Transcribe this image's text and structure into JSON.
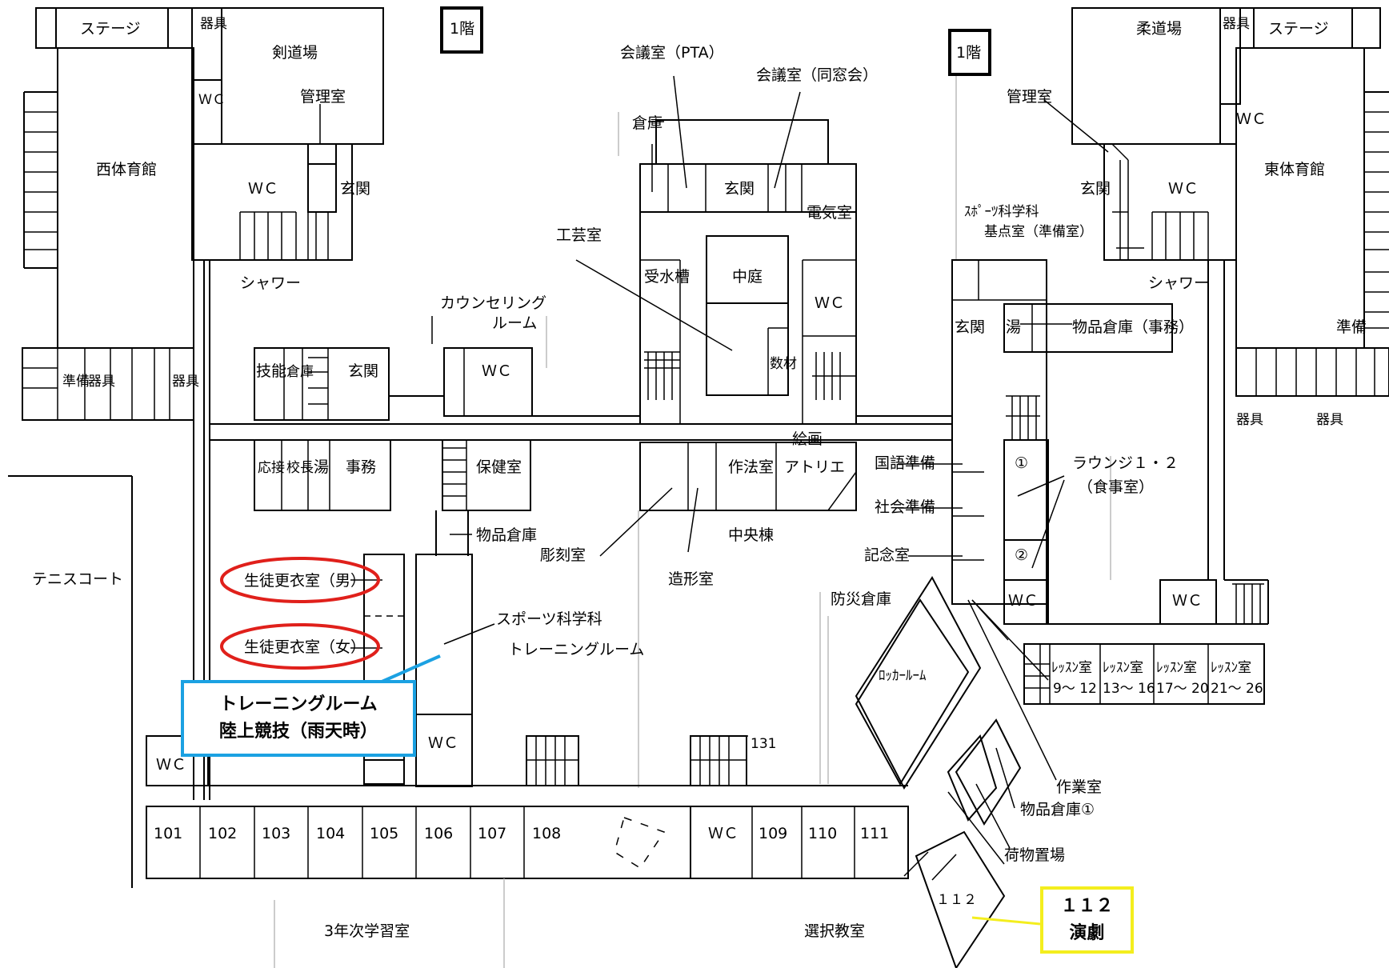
{
  "map": {
    "floor_labels": [
      "1階",
      "1階"
    ],
    "tennis_court": "テニスコート",
    "west": {
      "gym": "西体育館",
      "stage": "ステージ",
      "equipment": "器具",
      "kendo": "剣道場",
      "wc": "ＷＣ",
      "wc_v": "ＷＣ",
      "admin": "管理室",
      "entrance": "玄関",
      "shower": "シャワー",
      "prep": "準備",
      "equipment2": "器具",
      "equipment3": "器具"
    },
    "east": {
      "gym": "東体育館",
      "stage": "ステージ",
      "equipment": "器具",
      "judo": "柔道場",
      "admin": "管理室",
      "entrance": "玄関",
      "wc": "ＷＣ",
      "wc2": "ＷＣ",
      "shower": "シャワー",
      "prep": "準備",
      "equipment2": "器具",
      "equipment3": "器具"
    },
    "north": {
      "meeting_pta": "会議室（PTA）",
      "meeting_alumni": "会議室（同窓会）",
      "storage": "倉庫",
      "entrance": "玄関",
      "electrical": "電気室",
      "crafts": "工芸室",
      "water_tank": "受水槽",
      "courtyard": "中庭",
      "wc": "ＷＣ",
      "materials": "数材"
    },
    "middle": {
      "skills": "技能",
      "storage": "倉庫",
      "entrance": "玄関",
      "counseling_1": "カウンセリング",
      "counseling_2": "ルーム",
      "wc": "ＷＣ",
      "reception": "応接",
      "principal": "校長",
      "hot_water": "湯",
      "office": "事務",
      "health": "保健室",
      "goods_storage": "物品倉庫",
      "etiquette": "作法室",
      "art_1": "絵画",
      "art_2": "アトリエ",
      "sculpture": "彫刻室",
      "central": "中央棟",
      "shaping": "造形室",
      "disaster_storage": "防災倉庫",
      "locker": "ﾛｯｶｰﾙｰﾑ"
    },
    "locker_men": "生徒更衣室（男）",
    "locker_women": "生徒更衣室（女）",
    "sports_training_1": "スポーツ科学科",
    "sports_training_2": "トレーニングルーム",
    "east_wing": {
      "sports_science_1": "ｽﾎﾟｰﾂ科学科",
      "sports_science_2": "基点室（準備室）",
      "entrance": "玄関",
      "hot_water": "湯",
      "goods_office": "物品倉庫（事務）",
      "japanese_prep": "国語準備",
      "social_prep": "社会準備",
      "memorial": "記念室",
      "lounge": "ラウンジ１・２",
      "lounge_sub": "（食事室）",
      "circle1": "①",
      "circle2": "②",
      "wc": "ＷＣ",
      "wc2": "ＷＣ"
    },
    "lesson_rooms": [
      {
        "name": "ﾚｯｽﾝ室",
        "num": "9～ 12"
      },
      {
        "name": "ﾚｯｽﾝ室",
        "num": "13～ 16"
      },
      {
        "name": "ﾚｯｽﾝ室",
        "num": "17～ 20"
      },
      {
        "name": "ﾚｯｽﾝ室",
        "num": "21～ 26"
      }
    ],
    "room_131": "131",
    "work_room": "作業室",
    "goods_storage_1": "物品倉庫①",
    "luggage": "荷物置場",
    "room_112": "１１２",
    "classrooms_left": [
      "101",
      "102",
      "103",
      "104",
      "105",
      "106",
      "107",
      "108"
    ],
    "classrooms_right": [
      "ＷＣ",
      "109",
      "110",
      "111"
    ],
    "wc_south_1": "ＷＣ",
    "wc_south_2": "ＷＣ",
    "study_room_3": "3年次学習室",
    "elective_room": "選択教室"
  },
  "callouts": {
    "training_line1": "トレーニングルーム",
    "training_line2": "陸上競技（雨天時）",
    "room112_line1": "１１２",
    "room112_line2": "演劇"
  },
  "colors": {
    "highlight_ellipse": "#e0201b",
    "training_box": "#1ba1e2",
    "drama_box": "#f4ee1e"
  }
}
